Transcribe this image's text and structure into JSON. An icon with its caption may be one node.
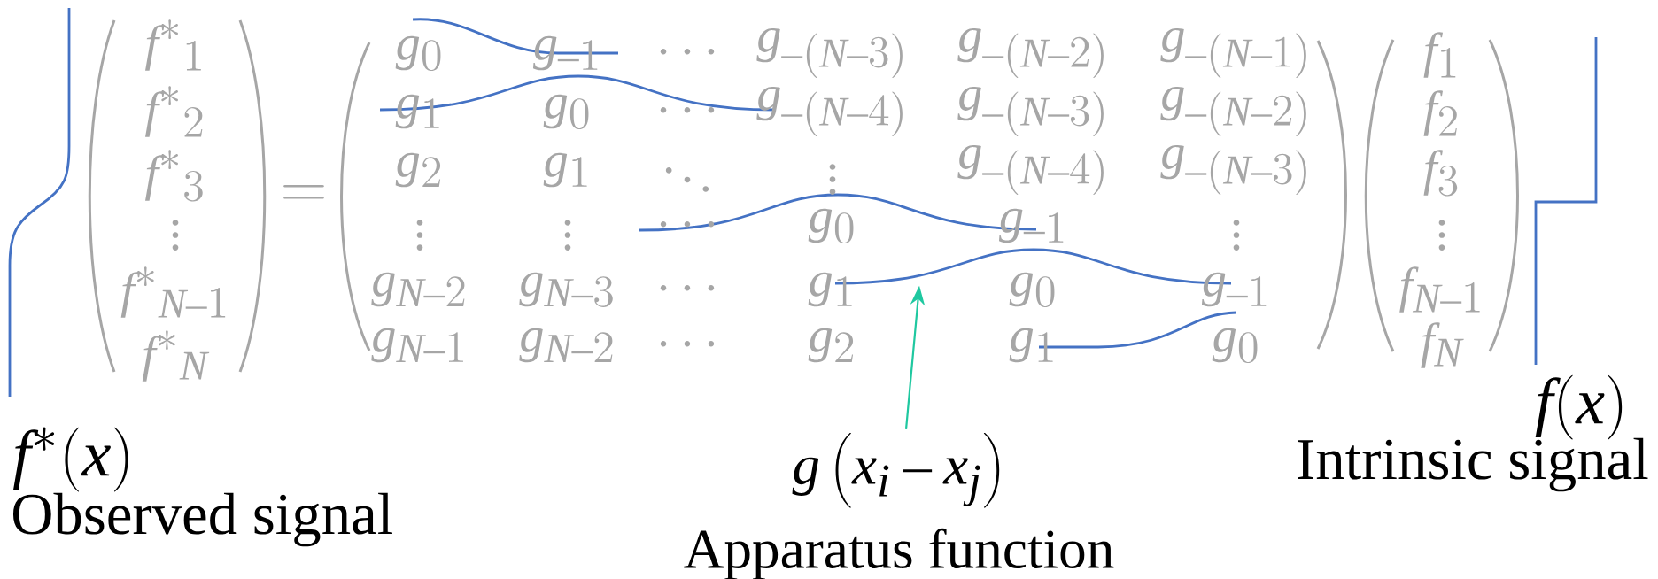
{
  "diagram": {
    "nodes": [
      {
        "text": [
          "g\\left(x_i-x_j\\right)",
          "Apparatus function"
        ]
      },
      {
        "text": [],
        "shape": "curve"
      }
    ],
    "edges": [
      {
        "from": 0,
        "to": 1,
        "arrow": "to",
        "color": "#1fc8a0"
      }
    ],
    "labels": [
      "f^{*}{}_{1}",
      "f^{*}{}_{2}",
      "f^{*}{}_{3}",
      "\\vdots",
      "f^{*}{}_{N-1}",
      "f^{*}{}_{N}",
      "=",
      "g_0",
      "g_{-1}",
      "\\cdots",
      "g_{-(N-3)}",
      "g_{-(N-2)}",
      "g_{-(N-1)}",
      "g_1",
      "g_0",
      "\\cdots",
      "g_{-(N-4)}",
      "g_{-(N-3)}",
      "g_{-(N-2)}",
      "g_2",
      "g_1",
      "\\ddots",
      "\\vdots",
      "g_{-(N-4)}",
      "g_{-(N-3)}",
      "\\vdots",
      "\\vdots",
      "\\cdots",
      "g_0",
      "g_{-1}",
      "\\vdots",
      "g_{N-2}",
      "g_{N-3}",
      "\\cdots",
      "g_1",
      "g_0",
      "g_{-1}",
      "g_{N-1}",
      "g_{N-2}",
      "\\cdots",
      "g_2",
      "g_1",
      "g_0",
      "f_1",
      "f_2",
      "f_3",
      "\\vdots",
      "f_{N-1}",
      "f_N",
      "f^{*}(x)",
      "Observed signal",
      "f(x)",
      "Intrinsic signal"
    ]
  }
}
